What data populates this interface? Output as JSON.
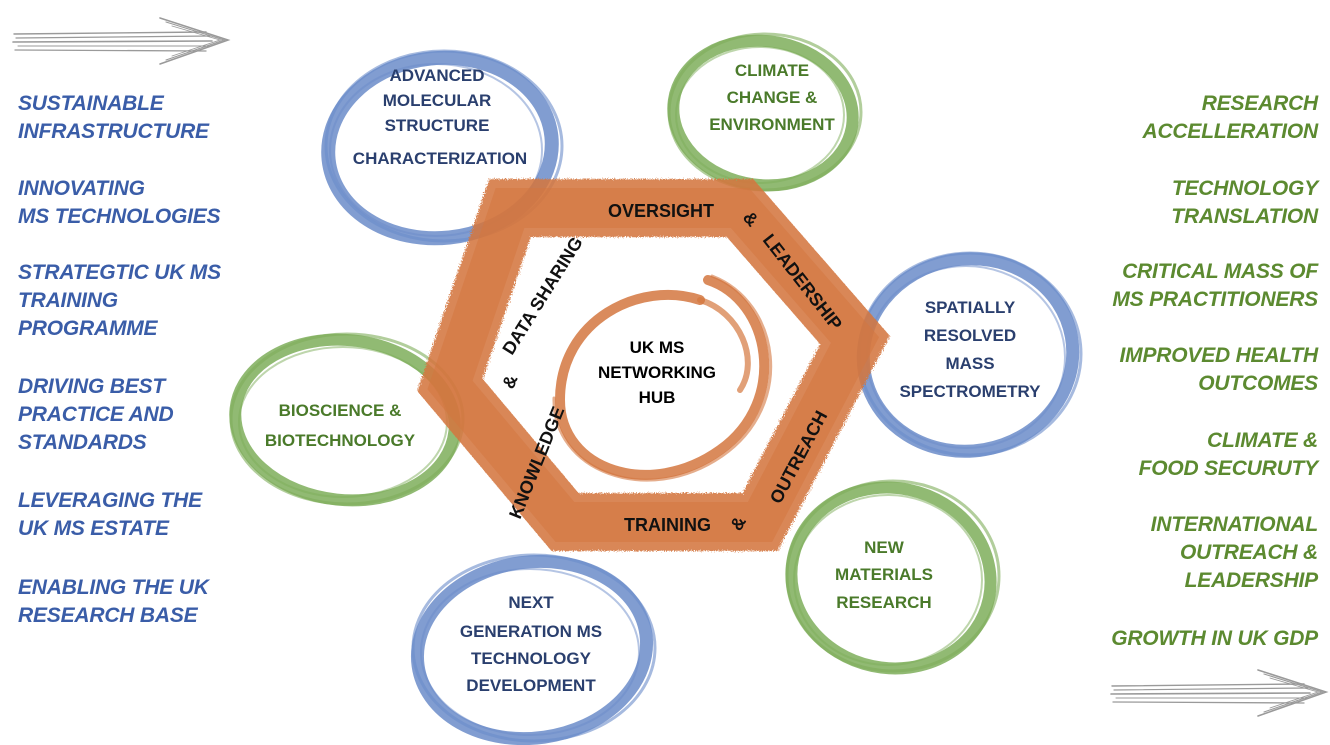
{
  "left_column": {
    "items": [
      "SUSTAINABLE\nINFRASTRUCTURE",
      "INNOVATING\nMS TECHNOLOGIES",
      "STRATEGTIC UK MS\nTRAINING\nPROGRAMME",
      "DRIVING BEST\nPRACTICE AND\nSTANDARDS",
      "LEVERAGING THE\nUK MS ESTATE",
      "ENABLING THE UK\nRESEARCH BASE"
    ]
  },
  "right_column": {
    "items": [
      "RESEARCH\nACCELLERATION",
      "TECHNOLOGY\nTRANSLATION",
      "CRITICAL MASS OF\nMS PRACTITIONERS",
      "IMPROVED HEALTH\nOUTCOMES",
      "CLIMATE &\nFOOD SECURUTY",
      "INTERNATIONAL\nOUTREACH &\nLEADERSHIP",
      "GROWTH IN UK GDP"
    ]
  },
  "hub": {
    "lines": [
      "UK MS",
      "NETWORKING",
      "HUB"
    ]
  },
  "edges": {
    "top": [
      "OVERSIGHT",
      "&",
      "LEADERSHIP"
    ],
    "left": [
      "KNOWLEDGE",
      "&",
      "DATA SHARING"
    ],
    "bottom": [
      "TRAINING",
      "&",
      "OUTREACH"
    ]
  },
  "nodes": [
    {
      "lines": [
        "ADVANCED",
        "MOLECULAR",
        "STRUCTURE",
        "CHARACTERIZATION"
      ],
      "color": "blue"
    },
    {
      "lines": [
        "CLIMATE",
        "CHANGE &",
        "ENVIRONMENT"
      ],
      "color": "green"
    },
    {
      "lines": [
        "SPATIALLY",
        "RESOLVED",
        "MASS",
        "SPECTROMETRY"
      ],
      "color": "blue"
    },
    {
      "lines": [
        "NEW",
        "MATERIALS",
        "RESEARCH"
      ],
      "color": "green"
    },
    {
      "lines": [
        "NEXT",
        "GENERATION MS",
        "TECHNOLOGY",
        "DEVELOPMENT"
      ],
      "color": "blue"
    },
    {
      "lines": [
        "BIOSCIENCE &",
        "BIOTECHNOLOGY"
      ],
      "color": "green"
    }
  ],
  "colors": {
    "blue_text": "#3a5da8",
    "green_text": "#5c8a30",
    "node_blue_text": "#2a3f6e",
    "node_green_text": "#4a7a2a",
    "blue_ring": "#6b8cc9",
    "green_ring": "#7eae5a",
    "orange": "#d4773f",
    "arrow_grey": "#9a9a9a"
  }
}
